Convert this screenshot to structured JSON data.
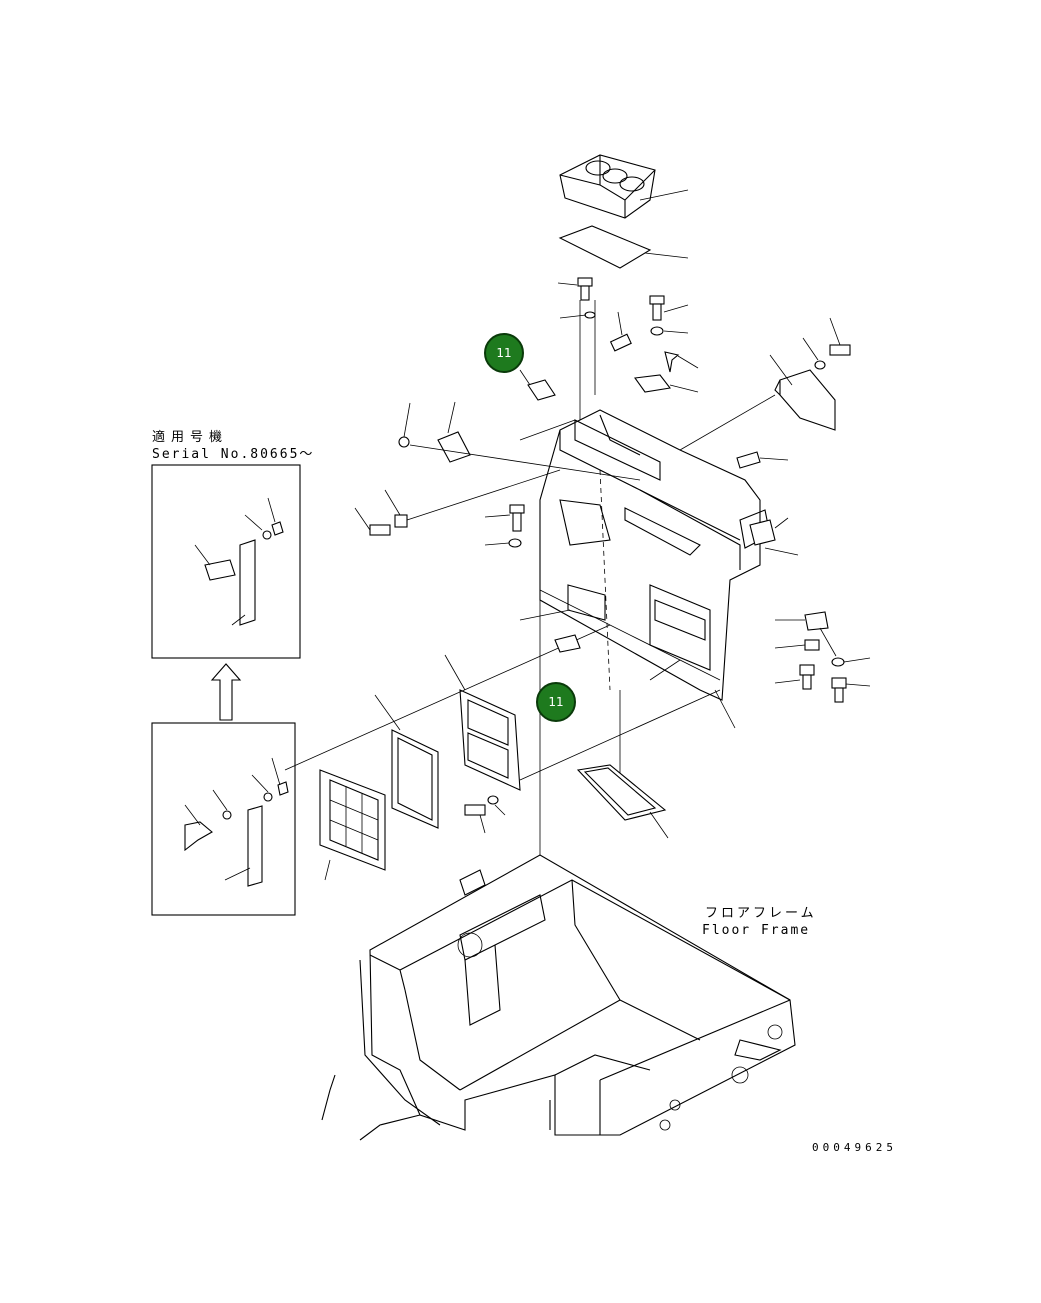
{
  "labels": {
    "serial_jp": "適用号機",
    "serial_en": "Serial No.80665～",
    "floor_frame_jp": "フロアフレーム",
    "floor_frame_en": "Floor Frame",
    "drawing_number": "00049625"
  },
  "callouts": [
    {
      "number": "11"
    },
    {
      "number": "11"
    }
  ],
  "colors": {
    "callout_fill": "#1e7a1e",
    "callout_text": "#ffffff",
    "line": "#000000",
    "background": "#ffffff"
  }
}
